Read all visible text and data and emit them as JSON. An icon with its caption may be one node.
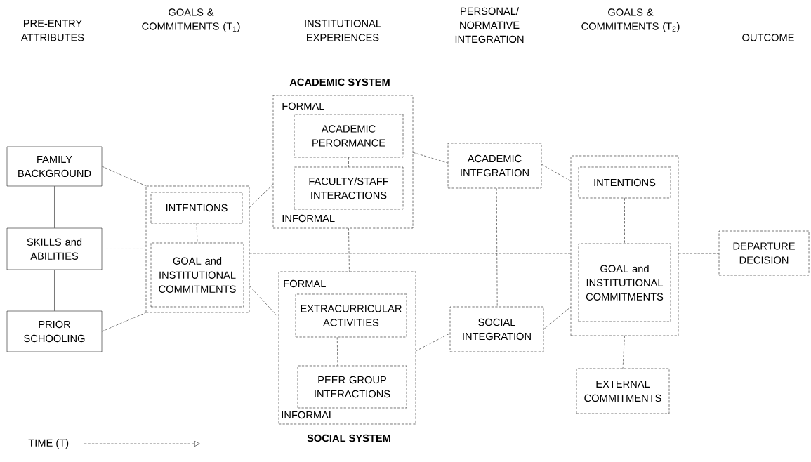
{
  "diagram": {
    "nodes": [
      {
        "text": [
          "FAMILY BACKGROUND"
        ]
      },
      {
        "text": [
          "SKILLS and ABILITIES"
        ]
      },
      {
        "text": [
          "PRIOR SCHOOLING"
        ]
      },
      {
        "text": [],
        "shape": "box"
      },
      {
        "text": [
          "INTENTIONS"
        ],
        "in": 3
      },
      {
        "text": [
          "GOAL and INSTITUTIONAL COMMITMENTS"
        ],
        "in": 3
      },
      {
        "text": [
          "ACADEMIC SYSTEM",
          "FORMAL",
          "INFORMAL"
        ]
      },
      {
        "text": [
          "ACADEMIC PERORMANCE"
        ],
        "in": 6
      },
      {
        "text": [
          "FACULTY/STAFF INTERACTIONS"
        ],
        "in": 6
      },
      {
        "text": [
          "FORMAL",
          "INFORMAL",
          "SOCIAL SYSTEM"
        ]
      },
      {
        "text": [
          "EXTRACURRICULAR ACTIVITIES"
        ],
        "in": 9
      },
      {
        "text": [
          "PEER GROUP INTERACTIONS"
        ],
        "in": 9
      },
      {
        "text": [
          "ACADEMIC INTEGRATION"
        ]
      },
      {
        "text": [
          "SOCIAL INTEGRATION"
        ]
      },
      {
        "text": [],
        "shape": "box"
      },
      {
        "text": [
          "INTENTIONS"
        ],
        "in": 14
      },
      {
        "text": [
          "GOAL and INSTITUTIONAL COMMITMENTS"
        ],
        "in": 14
      },
      {
        "text": [
          "EXTERNAL COMMITMENTS"
        ]
      },
      {
        "text": [
          "DEPARTURE DECISION"
        ]
      }
    ],
    "edges": [
      {
        "from": 0,
        "to": 1,
        "arrow": "none"
      },
      {
        "from": 1,
        "to": 2,
        "arrow": "none"
      },
      {
        "from": 0,
        "to": 3,
        "arrow": "none",
        "style": "dashed"
      },
      {
        "from": 1,
        "to": 3,
        "arrow": "none",
        "style": "dashed"
      },
      {
        "from": 2,
        "to": 3,
        "arrow": "none",
        "style": "dashed"
      },
      {
        "from": 4,
        "to": 5,
        "arrow": "none",
        "style": "dashed"
      },
      {
        "from": 3,
        "to": 6,
        "arrow": "none",
        "style": "dashed"
      },
      {
        "from": 3,
        "to": 9,
        "arrow": "none",
        "style": "dashed"
      },
      {
        "from": 7,
        "to": 8,
        "arrow": "none",
        "style": "dashed"
      },
      {
        "from": 10,
        "to": 11,
        "arrow": "none",
        "style": "dashed"
      },
      {
        "from": 6,
        "to": 9,
        "arrow": "none",
        "style": "dashed"
      },
      {
        "from": 6,
        "to": 12,
        "arrow": "none",
        "style": "dashed"
      },
      {
        "from": 9,
        "to": 13,
        "arrow": "none",
        "style": "dashed"
      },
      {
        "from": 12,
        "to": 13,
        "arrow": "none",
        "style": "dashed"
      },
      {
        "from": 12,
        "to": 14,
        "arrow": "none",
        "style": "dashed"
      },
      {
        "from": 13,
        "to": 14,
        "arrow": "none",
        "style": "dashed"
      },
      {
        "from": 15,
        "to": 16,
        "arrow": "none",
        "style": "dashed"
      },
      {
        "from": 14,
        "to": 17,
        "arrow": "none",
        "style": "dashed"
      },
      {
        "from": 14,
        "to": 18,
        "arrow": "none",
        "style": "dashed"
      },
      {
        "from": 3,
        "to": 14,
        "arrow": "none",
        "style": "dashed"
      }
    ],
    "labels": [
      "PRE-ENTRY ATTRIBUTES",
      "GOALS & COMMITMENTS (T$_{1}$)",
      "INSTITUTIONAL EXPERIENCES",
      "PERSONAL/ NORMATIVE INTEGRATION",
      "GOALS & COMMITMENTS (T$_{2}$)",
      "OUTCOME",
      "TIME (T)"
    ]
  }
}
